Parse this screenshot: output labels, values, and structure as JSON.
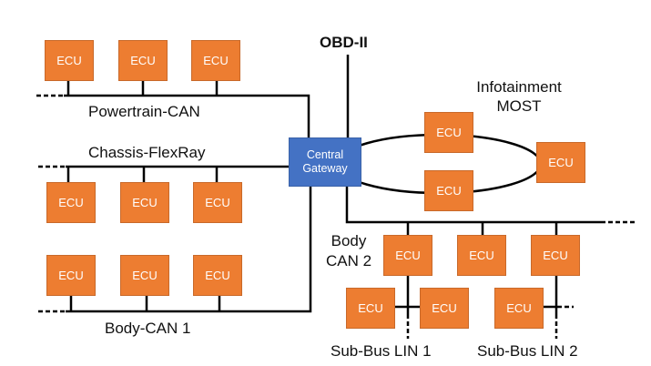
{
  "colors": {
    "ecu": "#ed7d31",
    "gateway": "#4472c4",
    "wire": "#000000"
  },
  "gateway": {
    "label": "Central Gateway",
    "line1": "Central",
    "line2": "Gateway"
  },
  "ecu_label": "ECU",
  "buses": {
    "powertrain": {
      "label": "Powertrain-CAN",
      "ecu_count": 3
    },
    "chassis": {
      "label": "Chassis-FlexRay",
      "ecu_count": 3
    },
    "body1": {
      "label": "Body-CAN 1",
      "ecu_count": 3
    },
    "obd": {
      "label": "OBD-II"
    },
    "infotainment": {
      "line1": "Infotainment",
      "line2": "MOST",
      "ecu_count": 3
    },
    "body2": {
      "line1": "Body",
      "line2": "CAN 2",
      "ecu_count": 3
    },
    "lin1": {
      "label": "Sub-Bus LIN 1",
      "ecu_count": 2
    },
    "lin2": {
      "label": "Sub-Bus LIN 2",
      "ecu_count": 1
    }
  }
}
